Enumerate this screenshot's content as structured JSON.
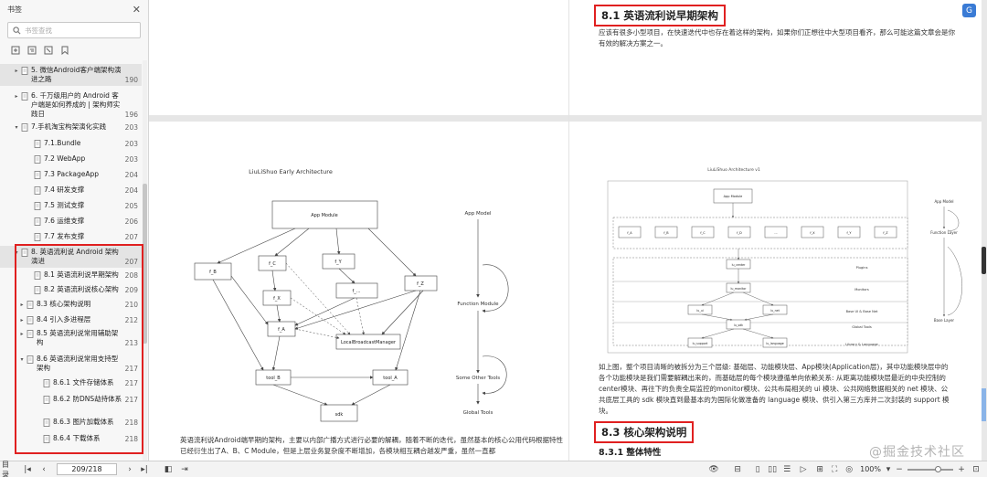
{
  "sidebar": {
    "title": "书签",
    "search_placeholder": "书签查找",
    "toc": [
      {
        "label": "5. 微信Android客户端架构演进之路",
        "page": "190",
        "arrow": "▸",
        "hl": true
      },
      {
        "label": "6. 千万级用户的 Android 客户端是如何养成的 | 架构师实践日",
        "page": "196",
        "arrow": "▸"
      },
      {
        "label": "7.手机淘宝构架演化实践",
        "page": "203",
        "arrow": "▾"
      },
      {
        "label": "7.1.Bundle",
        "page": "203"
      },
      {
        "label": "7.2 WebApp",
        "page": "203"
      },
      {
        "label": "7.3 PackageApp",
        "page": "204"
      },
      {
        "label": "7.4 研发支撑",
        "page": "204"
      },
      {
        "label": "7.5 测试支撑",
        "page": "205"
      },
      {
        "label": "7.6 运维支撑",
        "page": "206"
      },
      {
        "label": "7.7 发布支撑",
        "page": "207"
      },
      {
        "label": "8. 英语流利说 Android 架构演进",
        "page": "207",
        "arrow": "▾",
        "hl": true
      },
      {
        "label": "8.1 英语流利说早期架构",
        "page": "208"
      },
      {
        "label": "8.2 英语流利说核心架构",
        "page": "209"
      },
      {
        "label": "8.3 核心架构说明",
        "page": "210",
        "arrow": "▸"
      },
      {
        "label": "8.4 引入多进程层",
        "page": "212",
        "arrow": "▸"
      },
      {
        "label": "8.5 英语流利说常用辅助架构",
        "page": "213",
        "arrow": "▸"
      },
      {
        "label": "8.6 英语流利说常用支持型架构",
        "page": "217",
        "arrow": "▾"
      },
      {
        "label": "8.6.1 文件存储体系",
        "page": "217"
      },
      {
        "label": "8.6.2 防DNS劫持体系",
        "page": "217"
      },
      {
        "label": "8.6.3 图片加载体系",
        "page": "218"
      },
      {
        "label": "8.6.4 下载体系",
        "page": "218"
      }
    ]
  },
  "document": {
    "sec81_title": "8.1 英语流利说早期架构",
    "sec81_intro": "应该有很多小型项目，在快速迭代中也存在着这样的架构，如果你们正想往中大型项目看齐，那么可能这篇文章会是你有效的解决方案之一。",
    "left_fig": {
      "title": "LiuLiShuo Early Architecture",
      "app_module": "App Module",
      "f_b": "f_B",
      "f_c": "f_C",
      "f_y": "f_Y",
      "f_z": "f_Z",
      "f_x": "f_X",
      "f_dots": "f_...",
      "f_a": "f_A",
      "lbm": "LocalBroadcastManager",
      "tool_b": "tool_B",
      "tool_a": "tool_A",
      "sdk": "sdk",
      "legend_app": "App Model",
      "legend_func": "Function Module",
      "legend_tools": "Some Other Tools",
      "legend_global": "Global Tools"
    },
    "left_para": "英语流利说Android端早期的架构，主要以内部广播方式进行必要的解耦，随着不断的迭代，虽然基本的核心公用代码根据特性已经衍生出了A、B、C Module，但是上层业务复杂度不断增加，各模块相互耦合越发严重，虽然一直都",
    "right_fig": {
      "title": "LiuLiShuo Architecture v1",
      "app_module": "App Module",
      "f_row": [
        "f_A",
        "f_B",
        "f_C",
        "f_D",
        "...",
        "f_X",
        "f_Y",
        "f_Z"
      ],
      "lu_center": "lu_center",
      "lu_monitor": "lu_monitor",
      "lu_ui": "lu_ui",
      "lu_net": "lu_net",
      "lu_sdk": "lu_sdk",
      "lu_support": "lu_support",
      "lu_language": "lu_language",
      "plugins": "Plugins",
      "monitors": "Monitors",
      "base_ui": "Base UI & Base Net",
      "global_tools": "Global Tools",
      "library": "Library & Language",
      "legend_app": "App Model",
      "legend_func": "Function Layer",
      "legend_base": "Base Layer"
    },
    "right_para": "如上图，整个项目清晰的被拆分为三个层级: 基础层、功能模块层、App模块(Application层)，其中功能模块层中的各个功能模块是我们需要解耦出来的，而基础层的每个模块遵循单向依赖关系: 从距离功能模块层最近的中央控制的 center模块、再往下的负责全局监控的monitor模块、公共布局相关的 ui 模块、公共网络数据相关的 net 模块、公共底层工具的 sdk 模块直到最基本的为国际化做准备的 language 模块、供引入第三方库并二次封装的 support 模块。",
    "sec83_title": "8.3 核心架构说明",
    "sec831_title": "8.3.1 整体特性",
    "watermark": "@掘金技术社区"
  },
  "statusbar": {
    "left_label": "目录",
    "page_value": "209/218",
    "zoom": "100%"
  },
  "colors": {
    "highlight_red": "#e02020",
    "accent_blue": "#3a7bd5"
  }
}
